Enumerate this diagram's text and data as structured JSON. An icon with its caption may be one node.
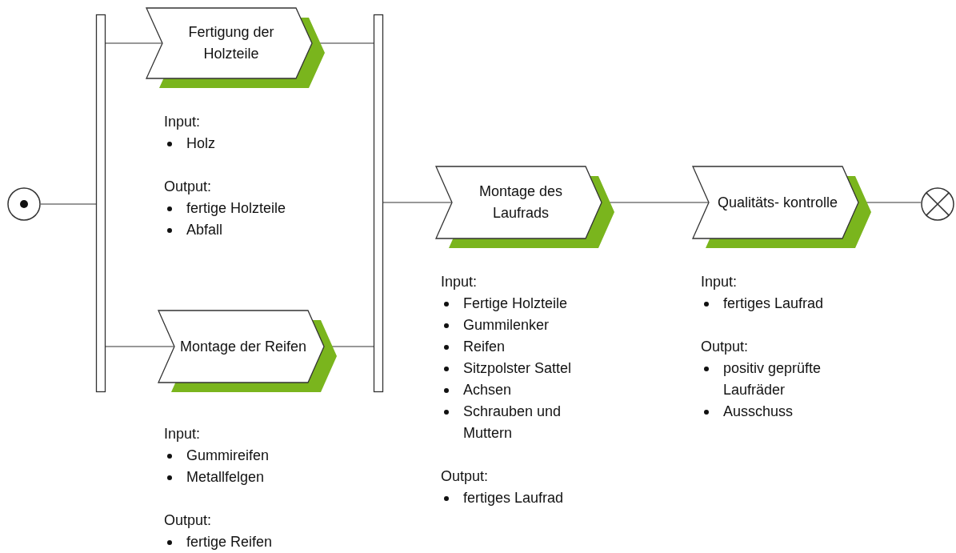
{
  "diagram": {
    "nodes": [
      {
        "text": [],
        "shape": "circle"
      },
      {
        "text": [],
        "shape": "bar"
      },
      {
        "text": [
          "Fertigung der Holzteile"
        ],
        "beside": [
          "Input:",
          "Holz",
          "Output:",
          "fertige Holzteile",
          "Abfall"
        ]
      },
      {
        "text": [
          "Montage der Reifen"
        ],
        "beside": [
          "Input:",
          "Gummireifen",
          "Metallfelgen",
          "Output:",
          "fertige Reifen"
        ]
      },
      {
        "text": [],
        "shape": "bar"
      },
      {
        "text": [
          "Montage des Laufrads"
        ],
        "beside": [
          "Input:",
          "Fertige Holzteile",
          "Gummilenker",
          "Reifen",
          "Sitzpolster Sattel",
          "Achsen",
          "Schrauben und Muttern",
          "Output:",
          "fertiges Laufrad"
        ]
      },
      {
        "text": [
          "Qualitäts- kontrolle"
        ],
        "beside": [
          "Input:",
          "fertiges Laufrad",
          "Output:",
          "positiv geprüfte Laufräder",
          "Ausschuss"
        ]
      },
      {
        "text": [],
        "shape": "circle"
      }
    ],
    "edges": [
      {
        "from": 0,
        "to": 1,
        "arrow": "none"
      },
      {
        "from": 1,
        "to": 2,
        "arrow": "none"
      },
      {
        "from": 1,
        "to": 3,
        "arrow": "none"
      },
      {
        "from": 2,
        "to": 4,
        "arrow": "none"
      },
      {
        "from": 3,
        "to": 4,
        "arrow": "none"
      },
      {
        "from": 4,
        "to": 5,
        "arrow": "none"
      },
      {
        "from": 5,
        "to": 6,
        "arrow": "none"
      },
      {
        "from": 6,
        "to": 7,
        "arrow": "none"
      }
    ]
  }
}
